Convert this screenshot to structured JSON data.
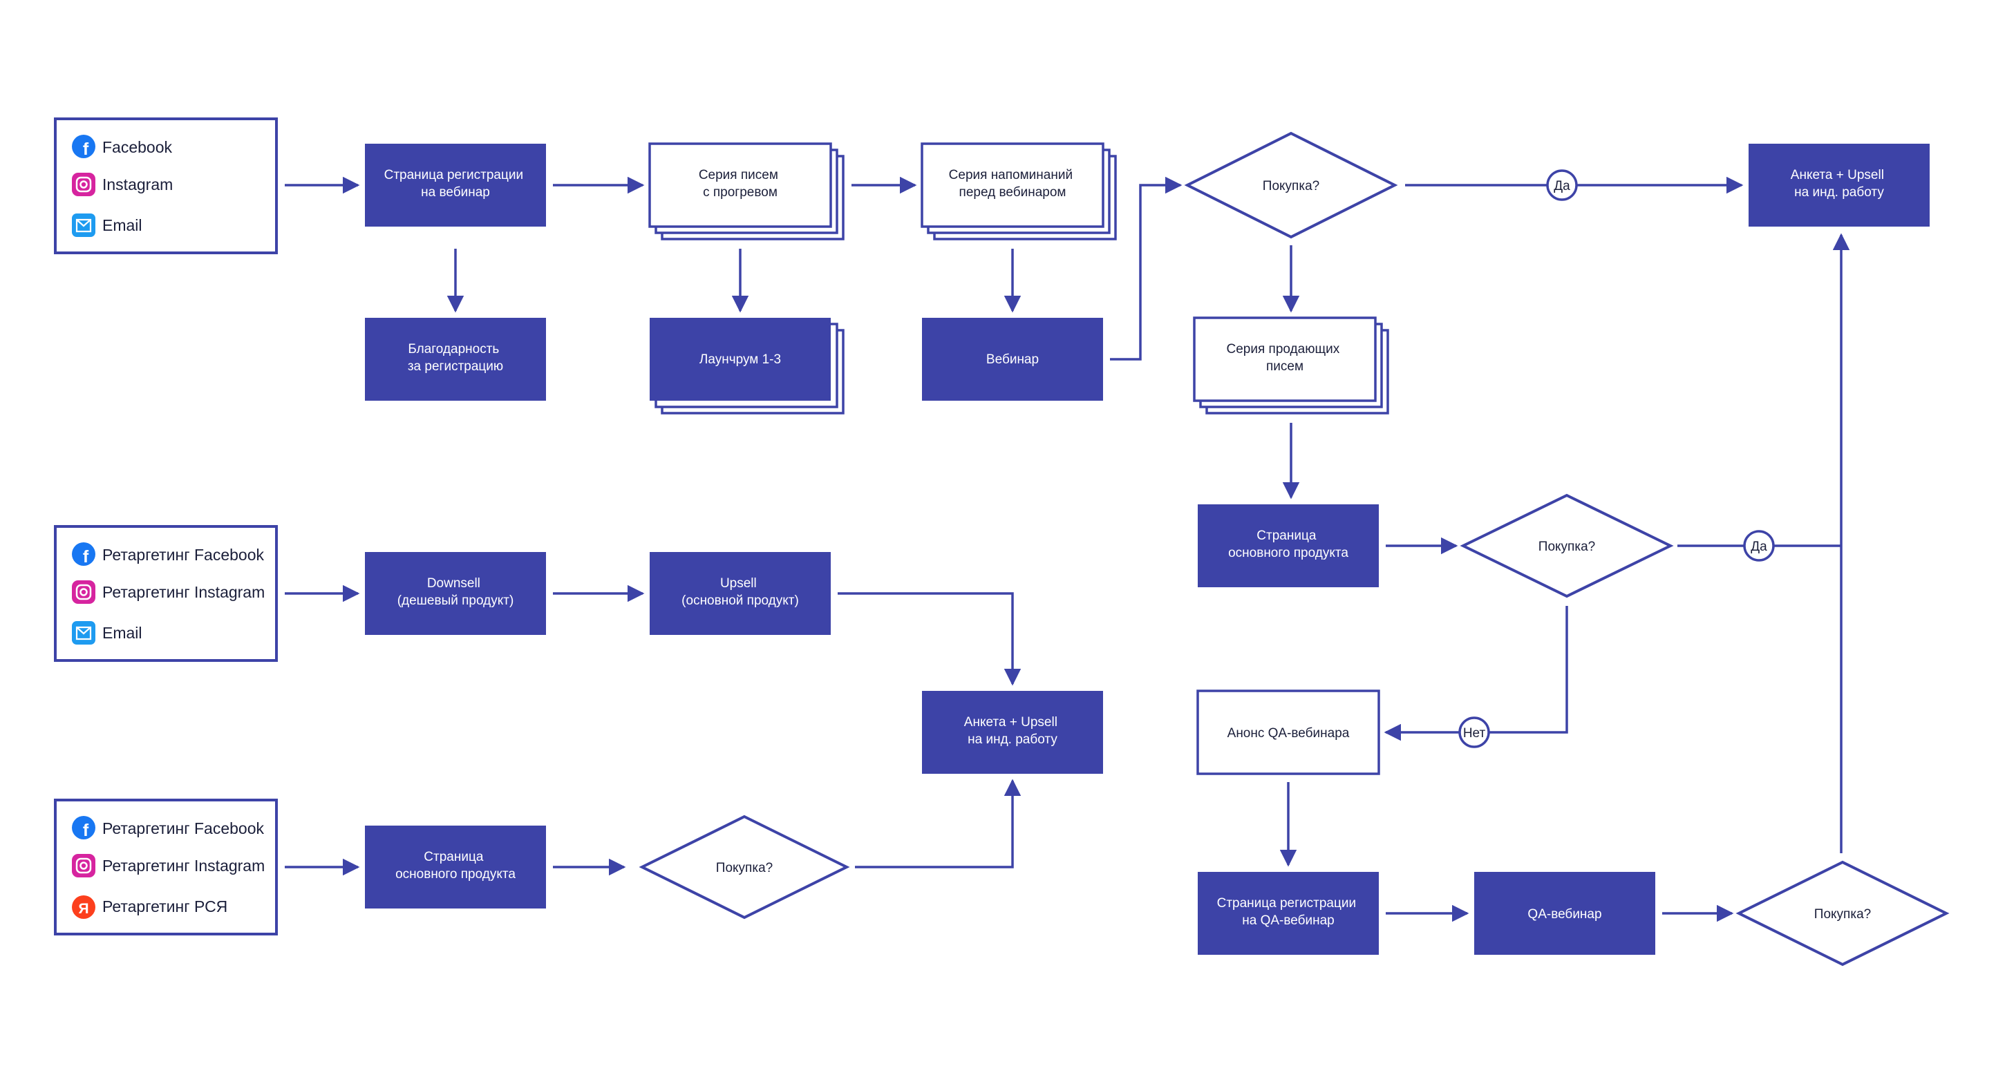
{
  "colors": {
    "primary": "#3d43a7",
    "text_on_dark": "#ffffff",
    "text": "#1b1f3a",
    "background": "#ffffff"
  },
  "sources": {
    "top": {
      "items": [
        {
          "icon": "facebook-icon",
          "label": "Facebook"
        },
        {
          "icon": "instagram-icon",
          "label": "Instagram"
        },
        {
          "icon": "email-icon",
          "label": "Email"
        }
      ]
    },
    "middle": {
      "items": [
        {
          "icon": "facebook-icon",
          "label": "Ретаргетинг Facebook"
        },
        {
          "icon": "instagram-icon",
          "label": "Ретаргетинг Instagram"
        },
        {
          "icon": "email-icon",
          "label": "Email"
        }
      ]
    },
    "bottom": {
      "items": [
        {
          "icon": "facebook-icon",
          "label": "Ретаргетинг Facebook"
        },
        {
          "icon": "instagram-icon",
          "label": "Ретаргетинг Instagram"
        },
        {
          "icon": "yandex-icon",
          "label": "Ретаргетинг РСЯ"
        }
      ]
    }
  },
  "nodes": {
    "reg_page": [
      "Страница регистрации",
      "на вебинар"
    ],
    "thanks": [
      "Благодарность",
      "за регистрацию"
    ],
    "warmup_emails": [
      "Серия писем",
      "с прогревом"
    ],
    "launchroom": [
      "Лаунчрум 1-3"
    ],
    "reminders": [
      "Серия напоминаний",
      "перед вебинаром"
    ],
    "webinar": [
      "Вебинар"
    ],
    "buy1": [
      "Покупка?"
    ],
    "selling_emails": [
      "Серия продающих",
      "писем"
    ],
    "survey_top": [
      "Анкета + Upsell",
      "на инд. работу"
    ],
    "main_page_right": [
      "Страница",
      "основного продукта"
    ],
    "buy2": [
      "Покупка?"
    ],
    "qa_announce": [
      "Анонс QA-вебинара"
    ],
    "qa_reg": [
      "Страница регистрации",
      "на QA-вебинар"
    ],
    "qa_webinar": [
      "QA-вебинар"
    ],
    "buy3": [
      "Покупка?"
    ],
    "downsell": [
      "Downsell",
      "(дешевый продукт)"
    ],
    "upsell": [
      "Upsell",
      "(основной продукт)"
    ],
    "survey_mid": [
      "Анкета + Upsell",
      "на инд. работу"
    ],
    "main_page_left": [
      "Страница",
      "основного продукта"
    ],
    "buy4": [
      "Покупка?"
    ]
  },
  "edge_labels": {
    "yes1": "Да",
    "yes2": "Да",
    "no1": "Нет"
  }
}
